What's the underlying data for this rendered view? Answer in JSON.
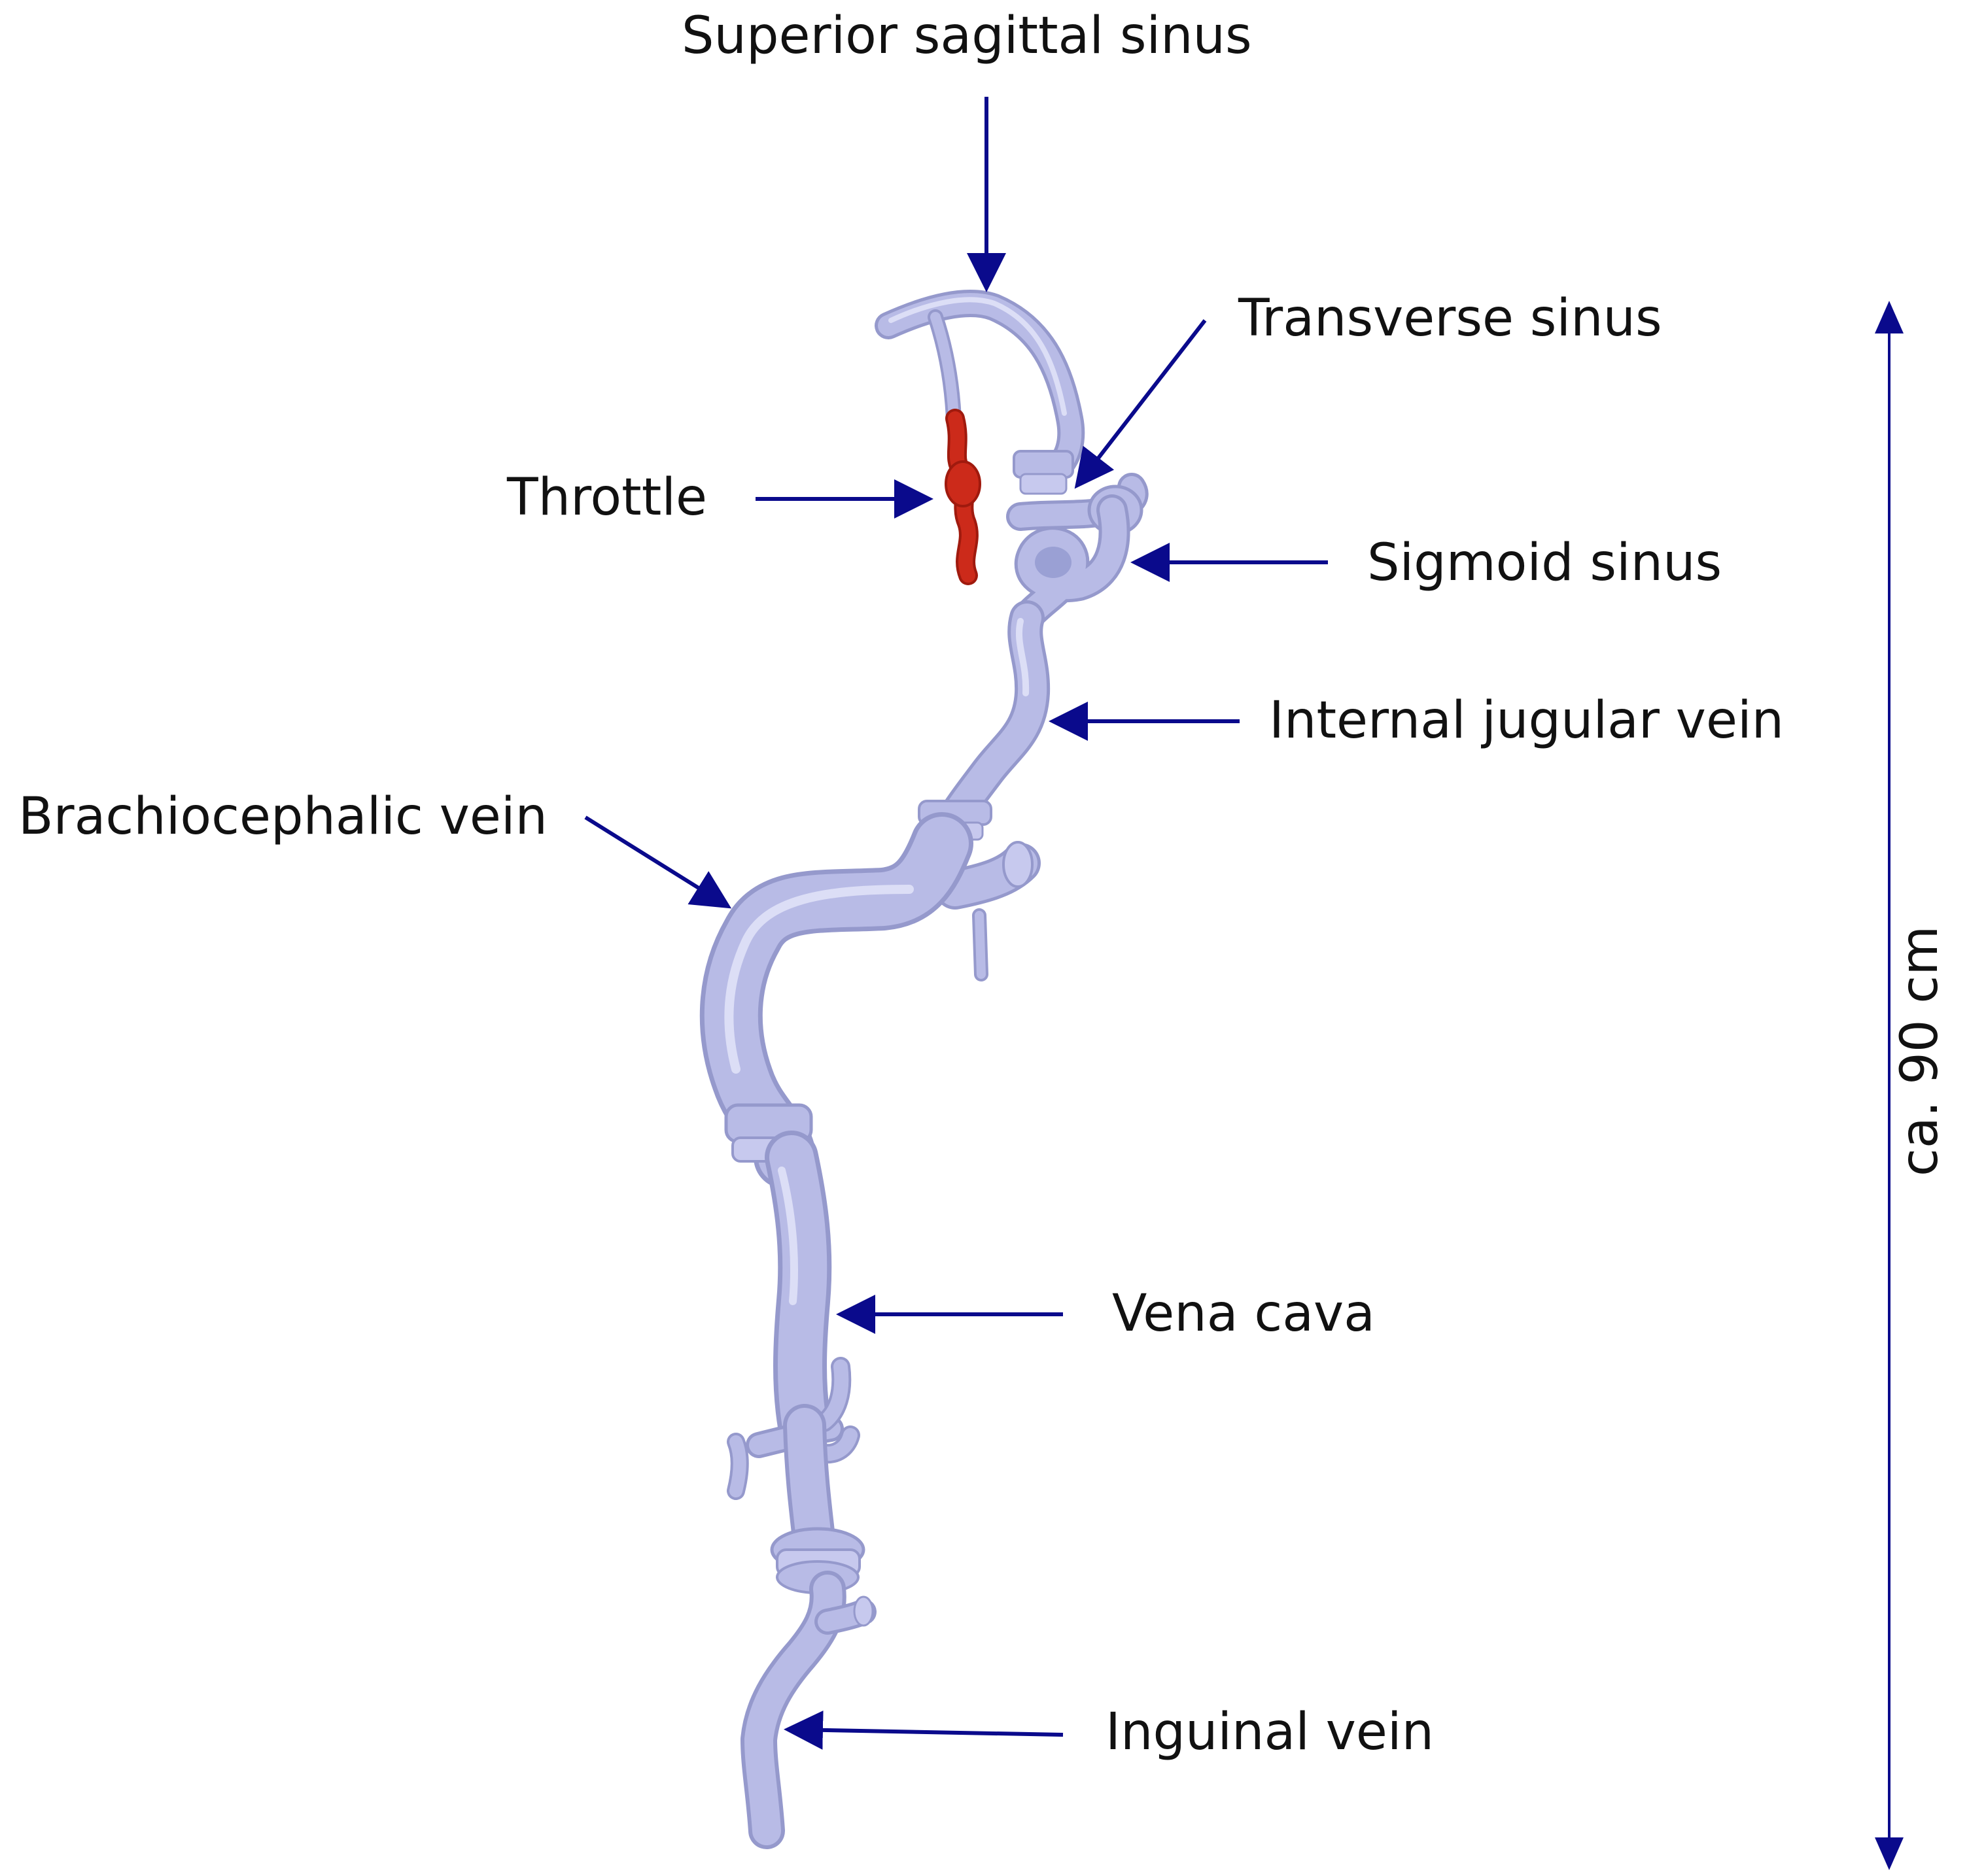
{
  "labels": {
    "superior_sagittal_sinus": "Superior sagittal sinus",
    "transverse_sinus": "Transverse sinus",
    "throttle": "Throttle",
    "sigmoid_sinus": "Sigmoid sinus",
    "internal_jugular_vein": "Internal jugular vein",
    "brachiocephalic_vein": "Brachiocephalic vein",
    "vena_cava": "Vena cava",
    "inguinal_vein": "Inguinal vein"
  },
  "scale": {
    "label": "ca. 90 cm"
  },
  "colors": {
    "arrow": "#0a0a8c",
    "tube": "#b8bbe6",
    "tube_shadow": "#9599cc",
    "tube_highlight": "#dcdef6",
    "throttle": "#cc2a1a",
    "throttle_dark": "#a01a0e",
    "text": "#111111"
  }
}
